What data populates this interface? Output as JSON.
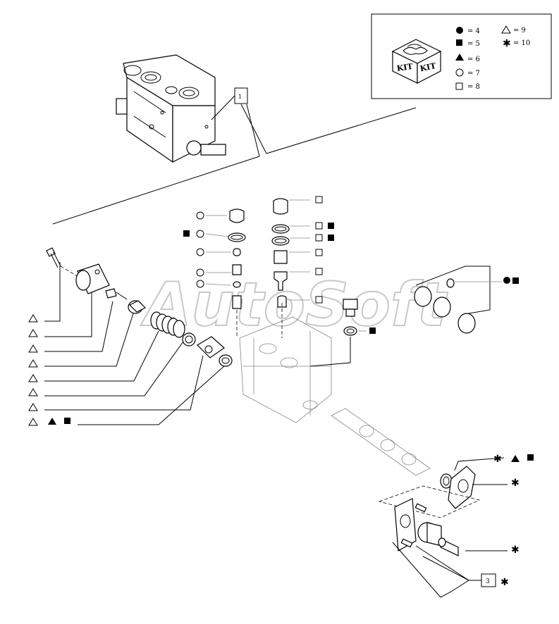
{
  "legend": {
    "kit_text": "KIT",
    "entries": [
      {
        "symbol": "filled-circle",
        "text": "= 4"
      },
      {
        "symbol": "filled-square",
        "text": "= 5"
      },
      {
        "symbol": "filled-triangle",
        "text": "= 6"
      },
      {
        "symbol": "open-circle",
        "text": "= 7"
      },
      {
        "symbol": "open-square",
        "text": "= 8"
      },
      {
        "symbol": "open-triangle",
        "text": "= 9"
      },
      {
        "symbol": "star",
        "text": "= 10"
      }
    ]
  },
  "references": {
    "top_box": "1",
    "bottom_box": "3"
  },
  "watermark": "AutoSoft",
  "colors": {
    "line": "#000000",
    "watermark": "#c8c8c8"
  }
}
